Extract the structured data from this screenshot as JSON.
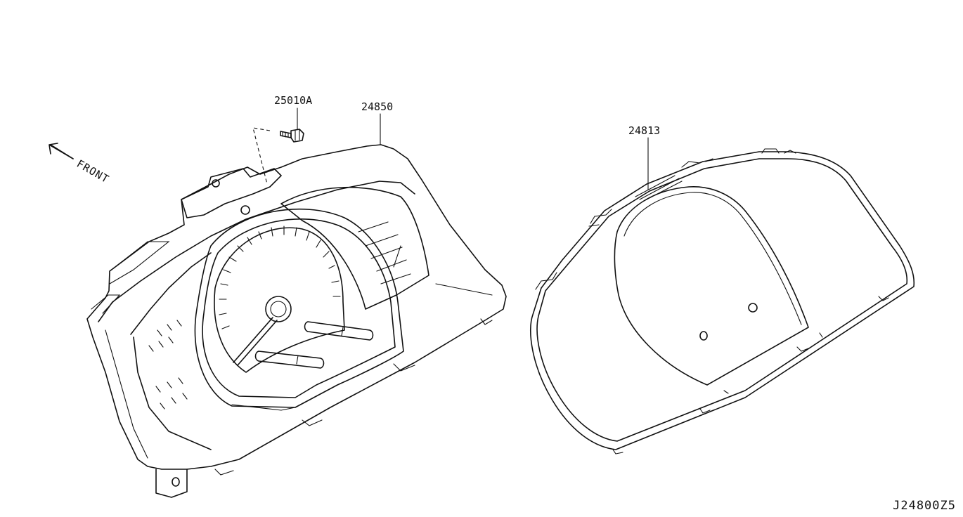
{
  "direction_label": "FRONT",
  "diagram_code": "J24800Z5",
  "callouts": [
    {
      "part_number": "25010A",
      "part": "screw"
    },
    {
      "part_number": "24850",
      "part": "combination-meter"
    },
    {
      "part_number": "24813",
      "part": "cluster-lid"
    }
  ]
}
